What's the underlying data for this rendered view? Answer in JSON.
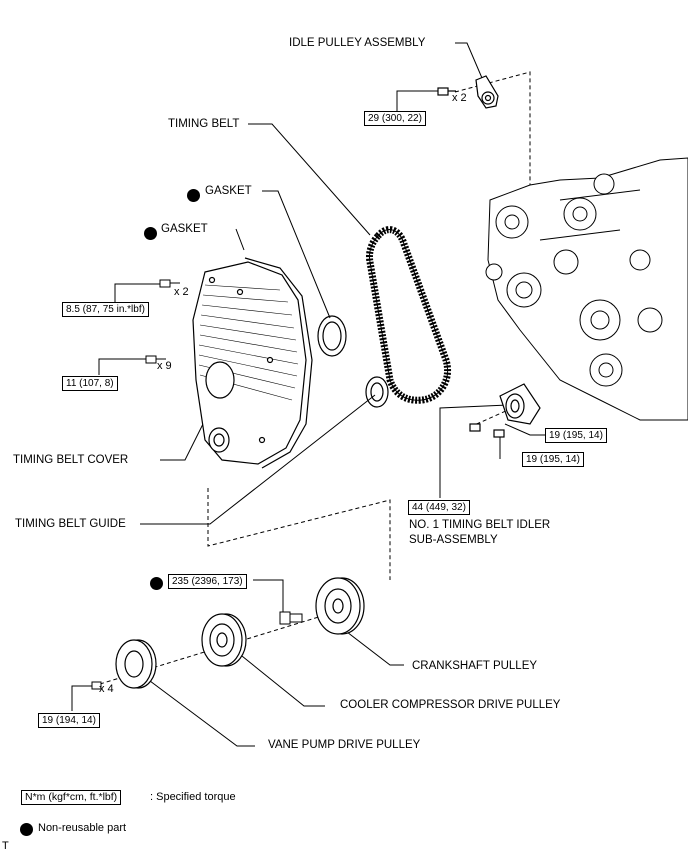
{
  "parts": {
    "idle_pulley": "IDLE PULLEY ASSEMBLY",
    "timing_belt": "TIMING BELT",
    "gasket_1": "GASKET",
    "gasket_2": "GASKET",
    "timing_belt_cover": "TIMING BELT COVER",
    "timing_belt_guide": "TIMING BELT GUIDE",
    "idler_sub_line1": "NO. 1 TIMING BELT IDLER",
    "idler_sub_line2": "SUB-ASSEMBLY",
    "crankshaft_pulley": "CRANKSHAFT PULLEY",
    "cooler_pulley": "COOLER COMPRESSOR DRIVE PULLEY",
    "vane_pulley": "VANE PUMP DRIVE PULLEY"
  },
  "torques": {
    "idle_pulley": "29 (300, 22)",
    "cover_upper": "8.5 (87, 75 in.*lbf)",
    "cover_lower": "11 (107, 8)",
    "idler_bolt_a": "19 (195, 14)",
    "idler_bolt_b": "19 (195, 14)",
    "idler_main": "44 (449, 32)",
    "crank_bolt": "235 (2396, 173)",
    "vane_bolts": "19 (194, 14)"
  },
  "quantities": {
    "idle_pulley": "x 2",
    "cover_upper": "x 2",
    "cover_lower": "x 9",
    "vane_bolts": "x 4"
  },
  "legend": {
    "torque_box": "N*m (kgf*cm, ft.*lbf)",
    "torque_text": ": Specified torque",
    "nonreusable_text": "Non-reusable part"
  },
  "corner_mark": "T"
}
